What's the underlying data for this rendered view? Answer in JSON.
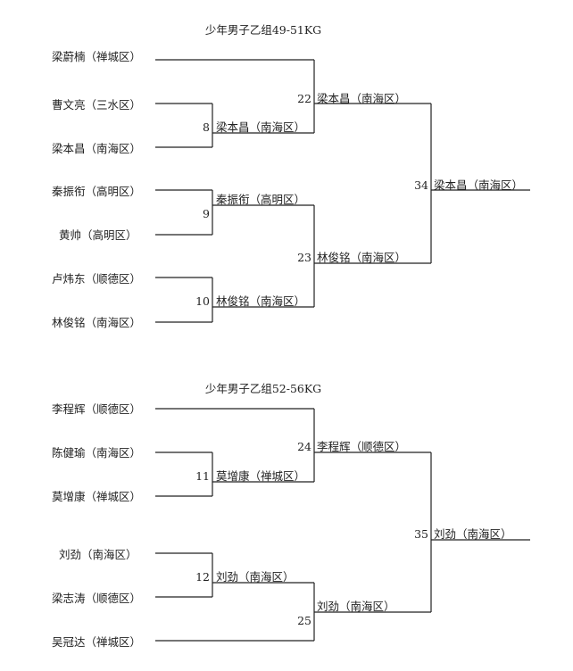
{
  "brackets": [
    {
      "title": "少年男子乙组49-51KG",
      "entrants": [
        "梁蔚楠（禅城区）",
        "曹文亮（三水区）",
        "梁本昌（南海区）",
        "秦振衔（高明区）",
        "黄帅（高明区）",
        "卢炜东（顺德区）",
        "林俊铭（南海区）"
      ],
      "matches": [
        {
          "number": "8",
          "winner": "梁本昌（南海区）"
        },
        {
          "number": "9",
          "winner": "秦振衔（高明区）"
        },
        {
          "number": "10",
          "winner": "林俊铭（南海区）"
        },
        {
          "number": "22",
          "winner": "梁本昌（南海区）"
        },
        {
          "number": "23",
          "winner": "林俊铭（南海区）"
        },
        {
          "number": "34",
          "winner": "梁本昌（南海区）"
        }
      ]
    },
    {
      "title": "少年男子乙组52-56KG",
      "entrants": [
        "李程辉（顺德区）",
        "陈健瑜（南海区）",
        "莫增康（禅城区）",
        "刘劲（南海区）",
        "梁志涛（顺德区）",
        "吴冠达（禅城区）"
      ],
      "matches": [
        {
          "number": "11",
          "winner": "莫增康（禅城区）"
        },
        {
          "number": "12",
          "winner": "刘劲（南海区）"
        },
        {
          "number": "24",
          "winner": "李程辉（顺德区）"
        },
        {
          "number": "25",
          "winner": "刘劲（南海区）"
        },
        {
          "number": "35",
          "winner": "刘劲（南海区）"
        }
      ]
    }
  ]
}
